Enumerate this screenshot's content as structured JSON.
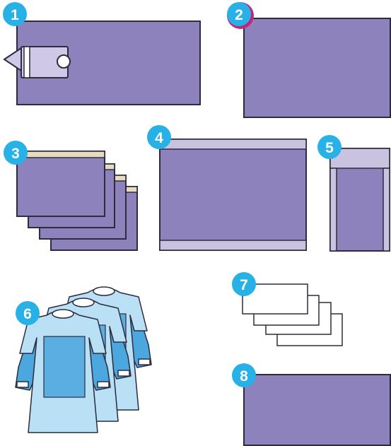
{
  "items": [
    {
      "number": "1",
      "depicts": "drape-with-fenestration-clamp"
    },
    {
      "number": "2",
      "depicts": "drape-sheet"
    },
    {
      "number": "3",
      "depicts": "stacked-drapes-with-tape"
    },
    {
      "number": "4",
      "depicts": "drape-with-adhesive-strips"
    },
    {
      "number": "5",
      "depicts": "drape-with-adhesive-strip"
    },
    {
      "number": "6",
      "depicts": "surgical-gowns"
    },
    {
      "number": "7",
      "depicts": "hand-towels"
    },
    {
      "number": "8",
      "depicts": "drape-sheet"
    }
  ],
  "colors": {
    "drape": "#8e82bd",
    "drape_dark": "#7d70ad",
    "outline": "#2c2c3e",
    "strip_light": "#c9c3e0",
    "tape": "#e8dcc0",
    "badge": "#27b1e6",
    "gown": "#b9e0f5",
    "gown_sleeve": "#4ba7dd",
    "gown_panel": "#5aaee2",
    "clamp_light": "#cfc8e6",
    "accent": "#c2267a"
  }
}
